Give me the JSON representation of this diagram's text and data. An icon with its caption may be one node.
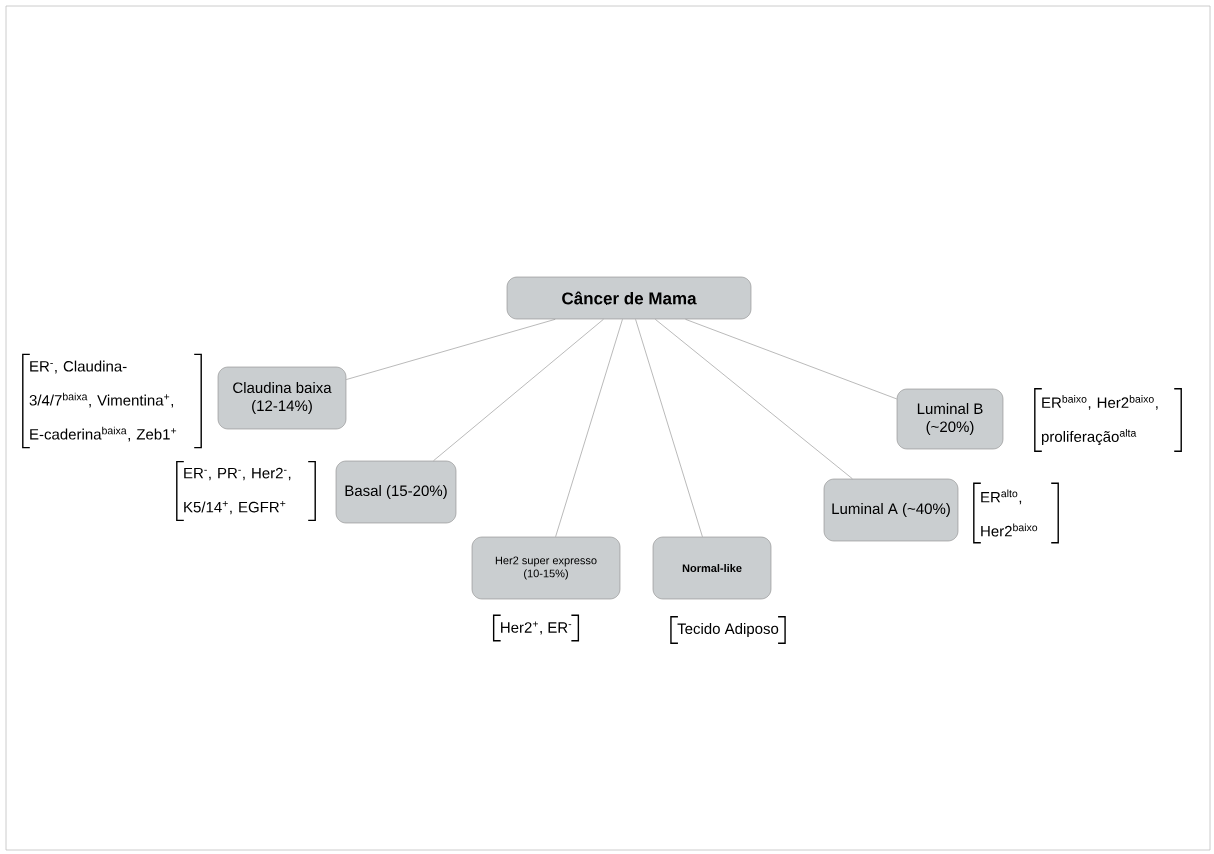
{
  "diagram": {
    "nodes": [
      {
        "text": [
          "Câncer de Mama"
        ]
      },
      {
        "text": [
          "Claudina baixa (12-14%)"
        ],
        "beside": [
          "ER$^{-}$, Claudina-3/4/7$^{baixa}$, Vimentina$^{+}$, E-caderina$^{baixa}$, Zeb1$^{+}$"
        ]
      },
      {
        "text": [
          "Basal (15-20%)"
        ],
        "beside": [
          "ER$^{-}$, PR$^{-}$, Her2$^{-}$, K5/14$^{+}$, EGFR$^{+}$"
        ]
      },
      {
        "text": [
          "Her2 super expresso (10-15%)"
        ],
        "beside": [
          "Her2$^{+}$, ER$^{-}$"
        ]
      },
      {
        "text": [
          "Normal-like"
        ],
        "beside": [
          "Tecido Adiposo"
        ]
      },
      {
        "text": [
          "Luminal A (~40%)"
        ],
        "beside": [
          "ER$^{alto}$, Her2$^{baixo}$"
        ]
      },
      {
        "text": [
          "Luminal B (~20%)"
        ],
        "beside": [
          "ER$^{baixo}$, Her2$^{baixo}$, proliferação$^{alta}$"
        ]
      }
    ],
    "edges": [
      {
        "from": 0,
        "to": 1,
        "arrow": "none"
      },
      {
        "from": 0,
        "to": 2,
        "arrow": "none"
      },
      {
        "from": 0,
        "to": 3,
        "arrow": "none"
      },
      {
        "from": 0,
        "to": 4,
        "arrow": "none"
      },
      {
        "from": 0,
        "to": 5,
        "arrow": "none"
      },
      {
        "from": 0,
        "to": 6,
        "arrow": "none"
      }
    ]
  }
}
